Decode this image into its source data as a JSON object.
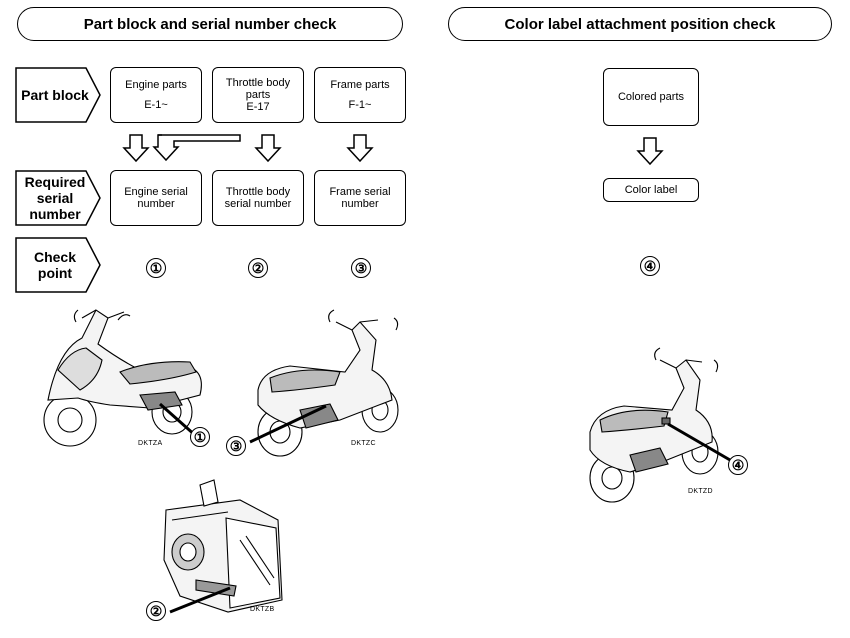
{
  "titles": {
    "left": "Part block and serial number check",
    "right": "Color label attachment position check"
  },
  "row_labels": {
    "part_block": [
      "Part block"
    ],
    "required_serial": [
      "Required",
      "serial",
      "number"
    ],
    "check_point": [
      "Check",
      "point"
    ]
  },
  "part_blocks": [
    {
      "lines": [
        "Engine parts",
        "",
        "E-1~"
      ]
    },
    {
      "lines": [
        "Throttle body",
        "parts",
        "E-17"
      ]
    },
    {
      "lines": [
        "Frame parts",
        "",
        "F-1~"
      ]
    }
  ],
  "serials": [
    {
      "lines": [
        "Engine serial",
        "number"
      ]
    },
    {
      "lines": [
        "Throttle body",
        "serial number"
      ]
    },
    {
      "lines": [
        "Frame serial",
        "number"
      ]
    }
  ],
  "check_points": [
    "①",
    "②",
    "③"
  ],
  "color": {
    "colored_parts": "Colored parts",
    "color_label": "Color label",
    "check_point": "④"
  },
  "illustrations": {
    "scooter_engine": {
      "code": "DKTZA",
      "marker": "①"
    },
    "scooter_frame": {
      "code": "DKTZC",
      "marker": "③"
    },
    "throttle_body": {
      "code": "DKTZB",
      "marker": "②"
    },
    "scooter_label": {
      "code": "DKTZD",
      "marker": "④"
    }
  }
}
